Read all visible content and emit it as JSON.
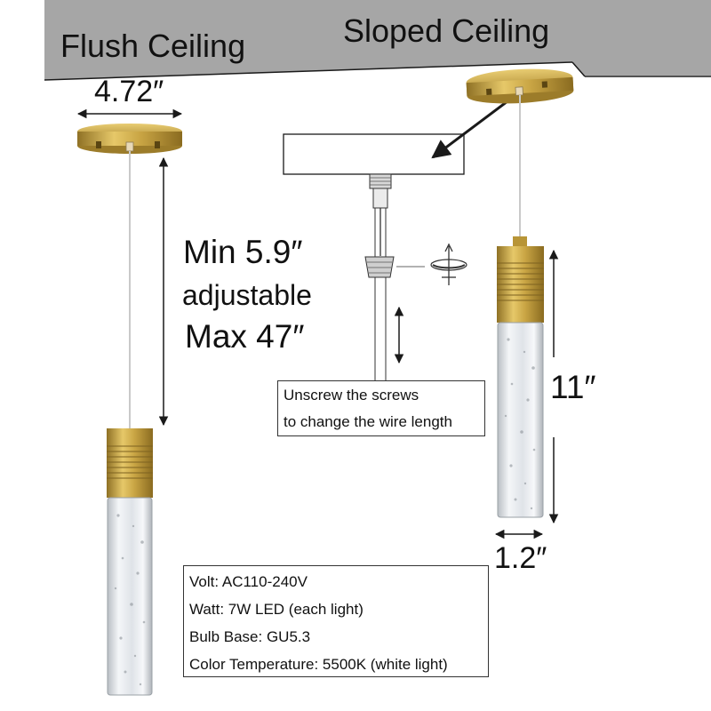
{
  "labels": {
    "flush_ceiling": "Flush Ceiling",
    "sloped_ceiling": "Sloped Ceiling",
    "canopy_width": "4.72″",
    "min_length": "Min 5.9″",
    "adjustable": "adjustable",
    "max_length": "Max 47″",
    "tube_length": "11″",
    "tube_diameter": "1.2″"
  },
  "note": {
    "line1": "Unscrew the screws",
    "line2": "to change the wire length"
  },
  "specs": [
    "Volt: AC110-240V",
    "Watt: 7W LED (each light)",
    "Bulb Base: GU5.3",
    "Color Temperature: 5500K (white light)"
  ],
  "colors": {
    "ceiling": "#a6a6a6",
    "brass": "#c9a544",
    "brass_dark": "#8f7125",
    "glass": "#dfe3e8",
    "line": "#1a1a1a"
  },
  "icons": [
    "ceiling-canopy-icon",
    "pendant-light-icon",
    "screw-icon",
    "dimension-arrow-icon"
  ]
}
